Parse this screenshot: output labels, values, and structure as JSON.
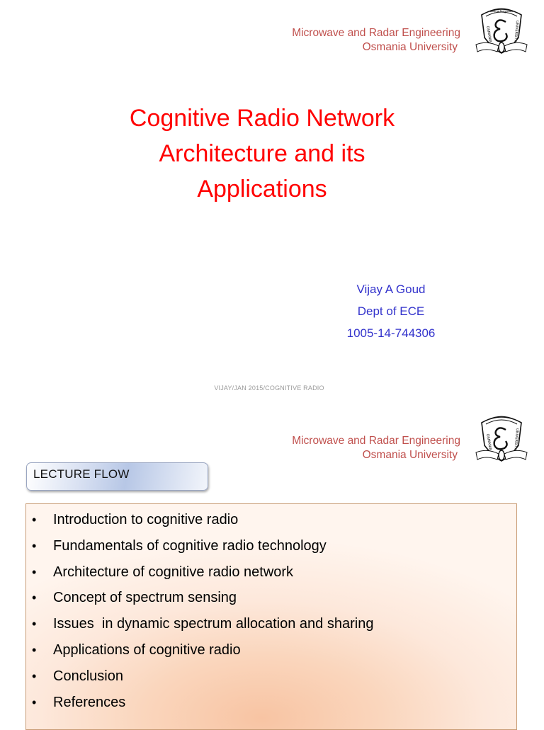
{
  "slides": [
    {
      "header": {
        "line1": "Microwave and Radar Engineering",
        "line2": "Osmania University",
        "logo": "osmania-university-crest"
      },
      "title": {
        "line1": "Cognitive Radio Network",
        "line2": "Architecture and its",
        "line3": "Applications"
      },
      "author": {
        "name": "Vijay A Goud",
        "dept": "Dept of ECE",
        "id": "1005-14-744306"
      },
      "footer": "VIJAY/JAN 2015/COGNITIVE RADIO"
    },
    {
      "header": {
        "line1": "Microwave and Radar Engineering",
        "line2": "Osmania University",
        "logo": "osmania-university-crest"
      },
      "section_title": "LECTURE FLOW",
      "bullet_glyph": "•",
      "items": [
        "Introduction to cognitive radio",
        "Fundamentals of cognitive radio technology",
        "Architecture of cognitive radio network",
        "Concept of spectrum sensing",
        "Issues  in dynamic spectrum allocation and sharing",
        "Applications of cognitive radio",
        "Conclusion",
        "References"
      ]
    }
  ],
  "colors": {
    "header": "#c0504d",
    "title": "#ff0000",
    "author": "#3333cc",
    "footer": "#9a9a9a"
  }
}
